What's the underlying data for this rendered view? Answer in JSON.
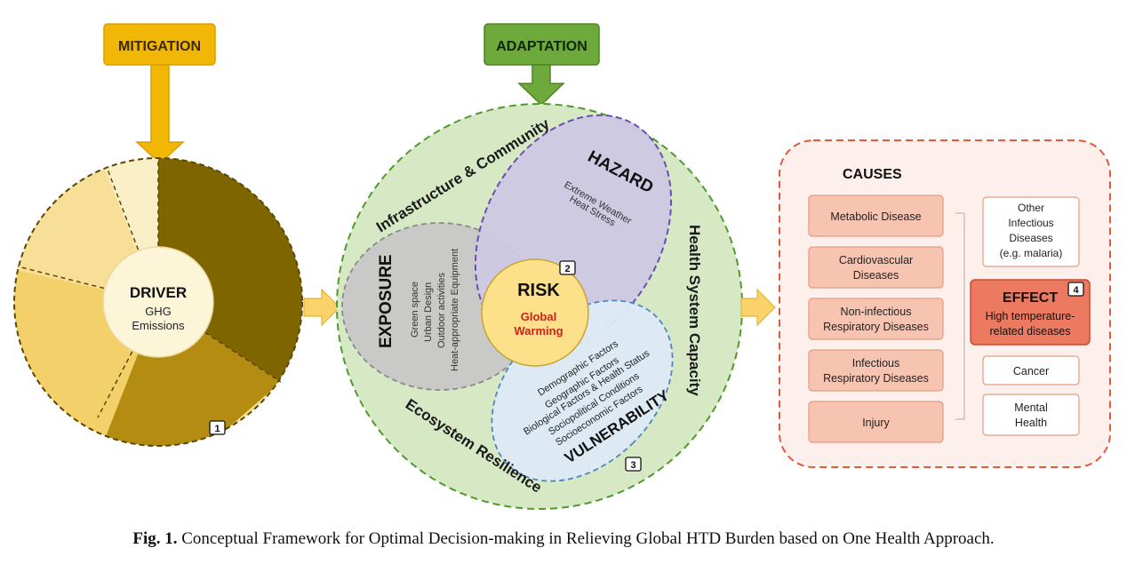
{
  "labels": {
    "mitigation": "MITIGATION",
    "adaptation": "ADAPTATION",
    "driver_title": "DRIVER",
    "driver_sub1": "GHG",
    "driver_sub2": "Emissions",
    "badge1": "1",
    "infrastructure": "Infrastructure & Community",
    "health_system": "Health System Capacity",
    "ecosystem": "Ecosystem Resilience",
    "hazard": "HAZARD",
    "hazard_items": [
      "Extreme Weather",
      "Heat Stress"
    ],
    "exposure": "EXPOSURE",
    "exposure_items": [
      "Green space",
      "Urban Design",
      "Outdoor activities",
      "Heat-appropriate Equipment"
    ],
    "risk": "RISK",
    "risk_sub1": "Global",
    "risk_sub2": "Warming",
    "badge2": "2",
    "vulnerability": "VULNERABILITY",
    "vulnerability_items": [
      "Demographic Factors",
      "Geographic Factors",
      "Biological Factors & Health Status",
      "Sociopolitical Conditions",
      "Socioeconomic Factors"
    ],
    "badge3": "3",
    "causes": "CAUSES",
    "causes_items": [
      [
        "Metabolic Disease"
      ],
      [
        "Cardiovascular",
        "Diseases"
      ],
      [
        "Non-infectious",
        "Respiratory Diseases"
      ],
      [
        "Infectious",
        "Respiratory Diseases"
      ],
      [
        "Injury"
      ]
    ],
    "other_items": [
      [
        "Other",
        "Infectious",
        "Diseases",
        "(e.g. malaria)"
      ],
      [
        "Cancer"
      ],
      [
        "Mental",
        "Health"
      ]
    ],
    "effect_title": "EFFECT",
    "effect_sub1": "High temperature-",
    "effect_sub2": "related diseases",
    "badge4": "4"
  },
  "caption": {
    "label": "Fig. 1.",
    "text": " Conceptual Framework for Optimal Decision-making in Relieving Global HTD Burden based on One Health Approach."
  },
  "colors": {
    "mitigation": "#f2b705",
    "adaptation": "#6ea93b",
    "driver_dark": "#7e6500",
    "driver_mid": "#b48c12",
    "driver_light": "#f5d77a",
    "green_circle": "#d7e9c4",
    "hazard": "#cdc8e3",
    "exposure": "#c8c8c8",
    "risk": "#fce08a",
    "vulnerability": "#ddeaf6",
    "cause_box": "#f7c4b2",
    "effect_box": "#ec7a60"
  }
}
